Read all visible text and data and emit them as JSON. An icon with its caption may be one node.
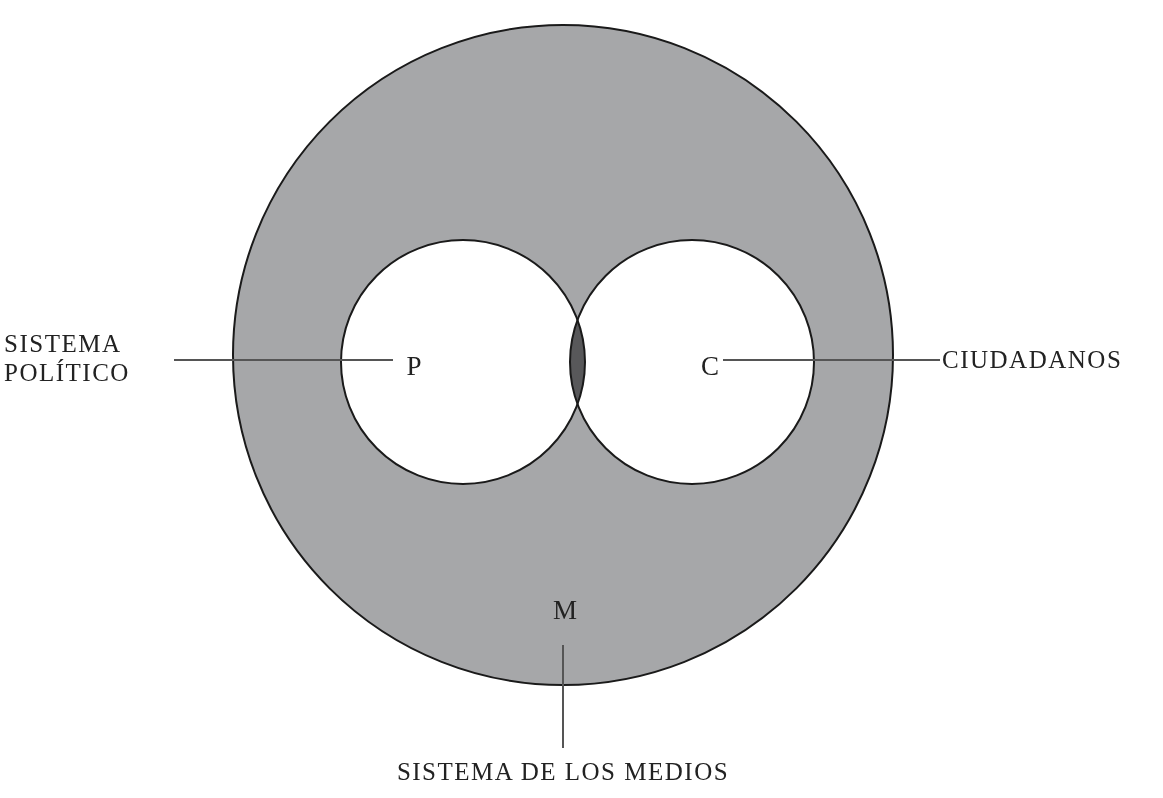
{
  "diagram": {
    "nodes": [
      {
        "text": [
          "M"
        ]
      },
      {
        "text": [
          "P"
        ],
        "in": 0
      },
      {
        "text": [
          "C"
        ],
        "in": 0
      },
      {
        "text": [
          "SISTEMA POLÍTICO"
        ]
      },
      {
        "text": [
          "CIUDADANOS"
        ]
      },
      {
        "text": [
          "SISTEMA DE LOS MEDIOS"
        ]
      }
    ],
    "edges": [
      {
        "from": 3,
        "to": 1,
        "arrow": "none"
      },
      {
        "from": 2,
        "to": 4,
        "arrow": "none"
      },
      {
        "from": 0,
        "to": 5,
        "arrow": "none"
      }
    ]
  }
}
